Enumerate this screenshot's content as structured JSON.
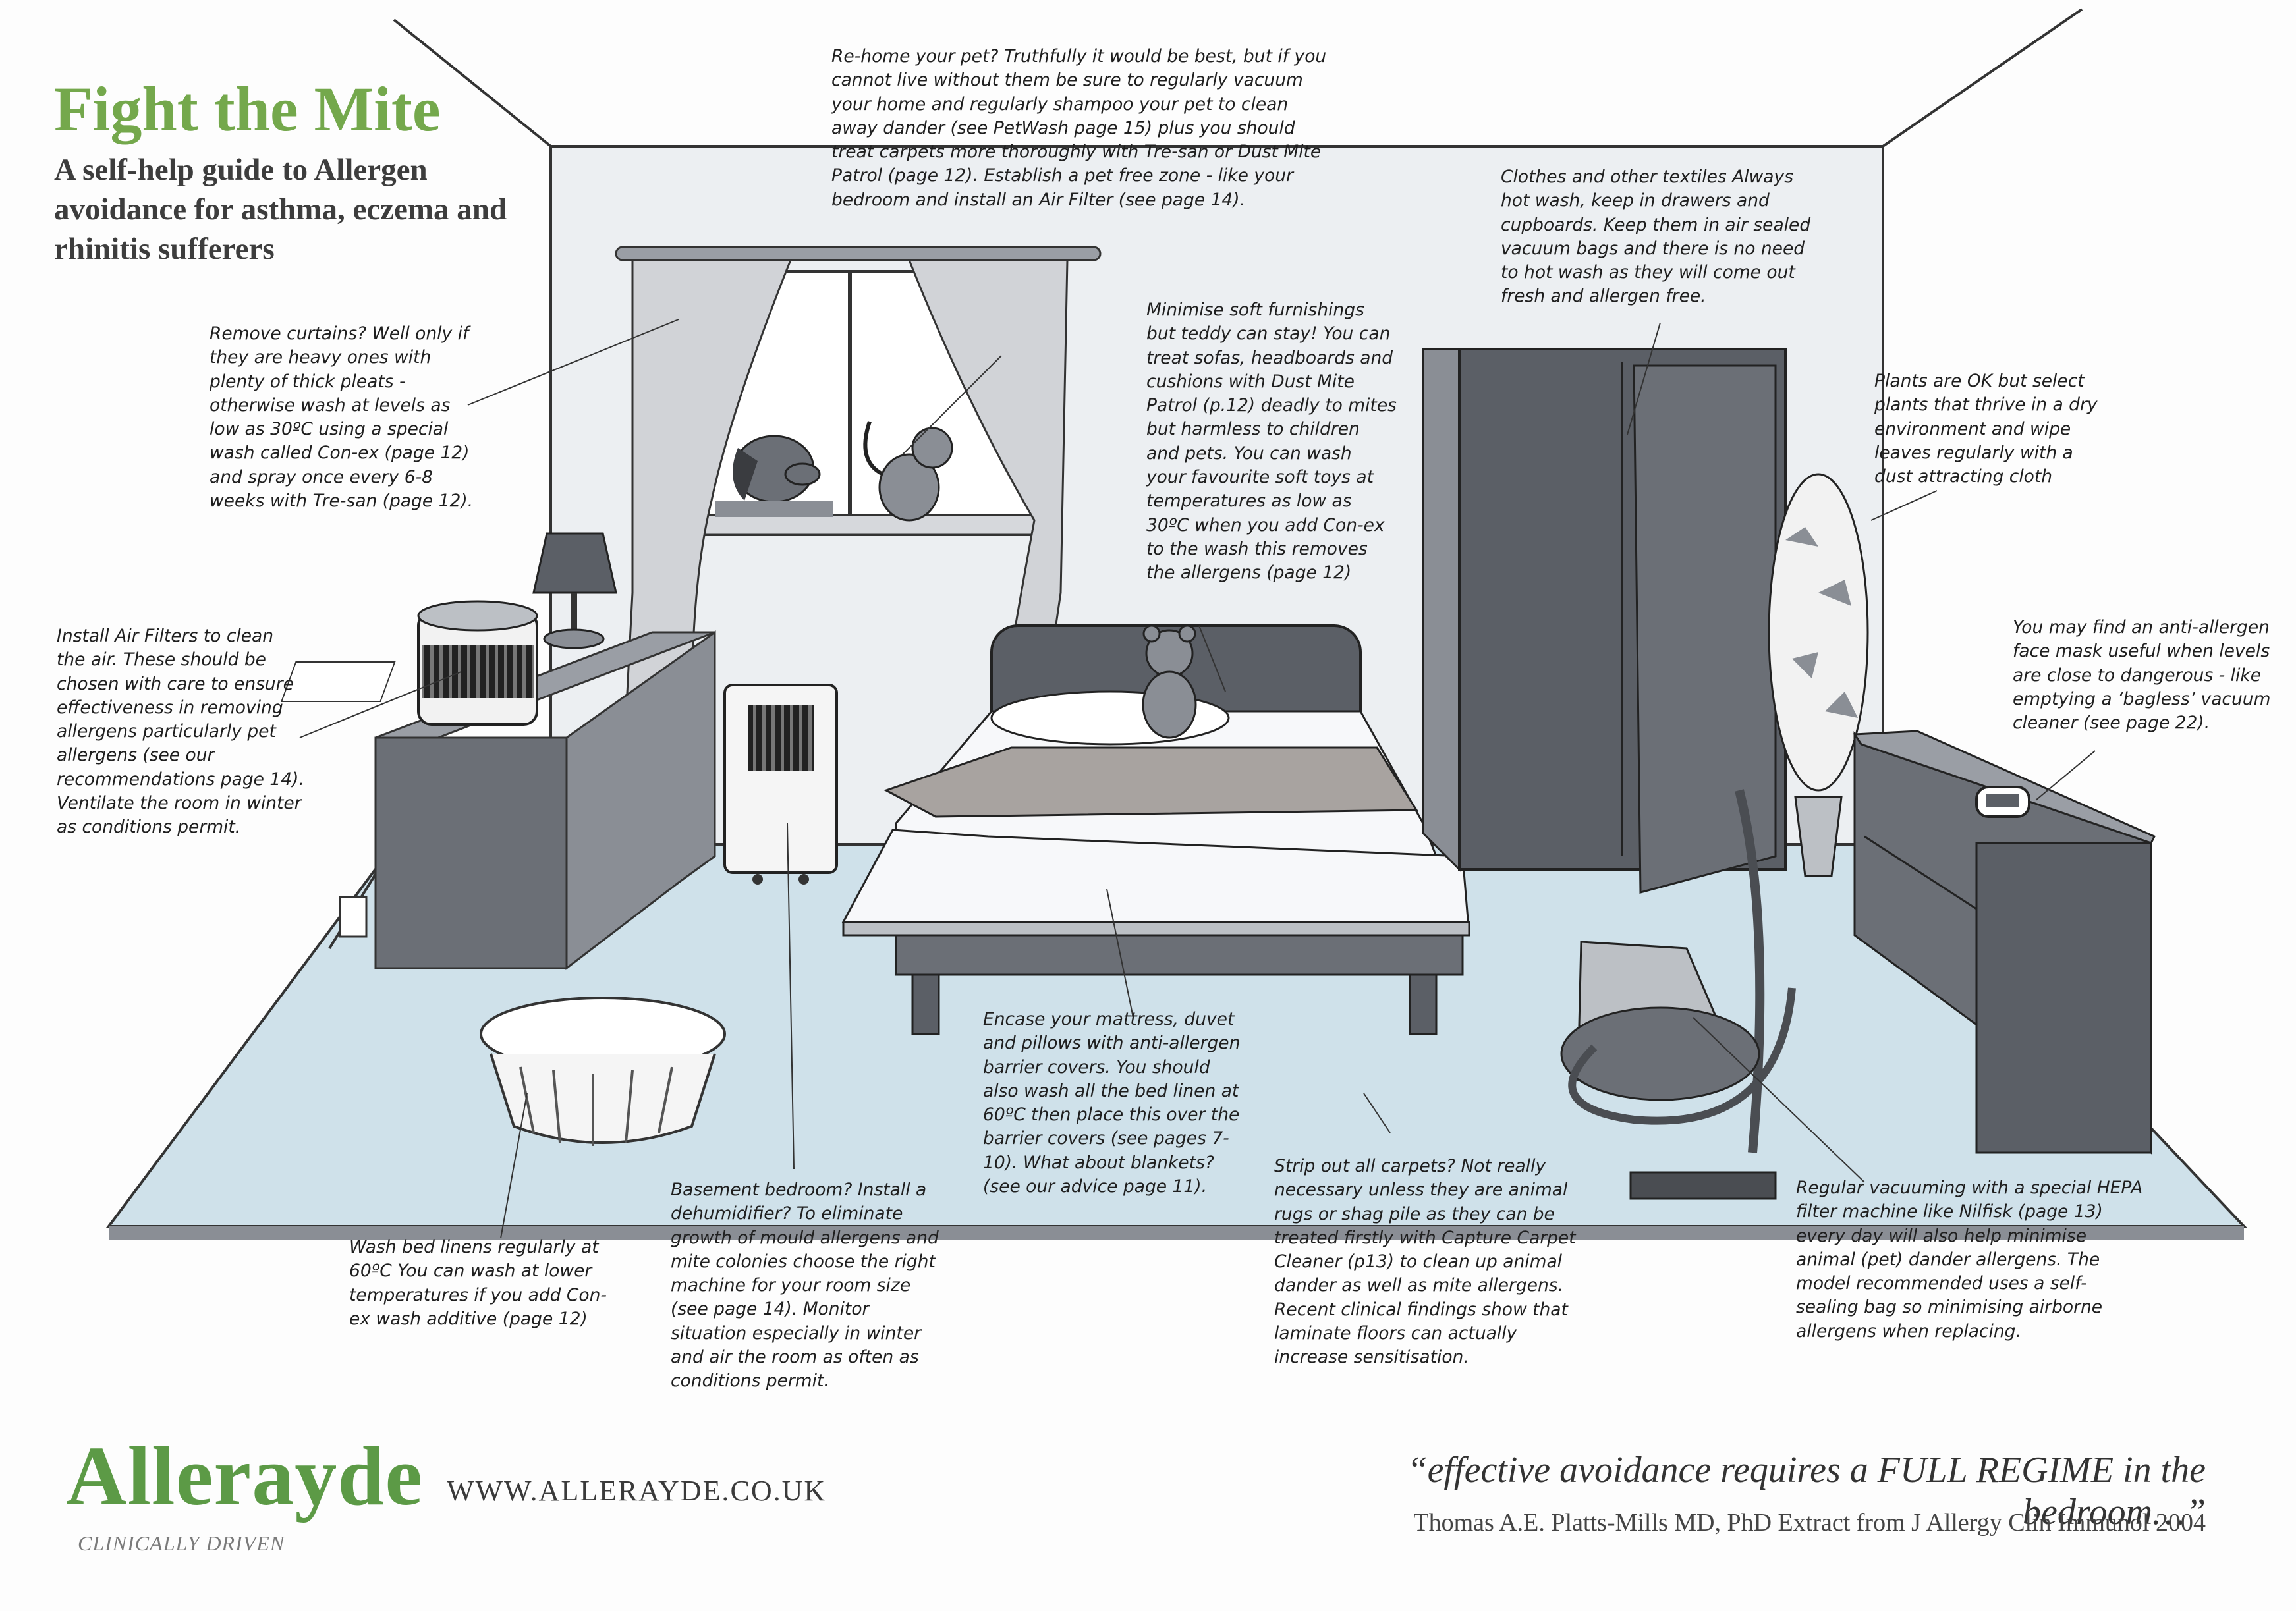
{
  "header": {
    "title": "Fight the Mite",
    "subtitle": "A self-help guide to Allergen avoidance for asthma, eczema and rhinitis sufferers"
  },
  "notes": {
    "pet": "Re-home your pet? Truthfully it would be best, but if you\ncannot live without them be sure to regularly vacuum\nyour home and regularly shampoo your pet to clean\naway dander (see PetWash page 15) plus you should\ntreat carpets more thoroughly with Tre-san or Dust Mite\nPatrol (page 12). Establish a pet free zone - like your\nbedroom and install an Air Filter (see page 14).",
    "curtains": "Remove curtains? Well only if\nthey are heavy ones with\nplenty of thick pleats -\notherwise wash at levels as\nlow as 30ºC using a special\nwash called Con-ex (page 12)\nand spray once every 6-8\nweeks with Tre-san (page 12).",
    "clothes": "Clothes and other textiles Always\nhot wash, keep in drawers and\ncupboards. Keep them in air sealed\nvacuum bags and there is no need\nto hot wash as they will come out\nfresh and allergen free.",
    "furnishings": "Minimise soft furnishings\nbut teddy can stay! You can\ntreat sofas, headboards and\ncushions with Dust Mite\nPatrol (p.12) deadly to mites\nbut harmless to children\nand pets. You can wash\nyour favourite soft toys at\ntemperatures as low as\n30ºC when you add Con-ex\nto the wash this removes\nthe allergens (page 12)",
    "plants": "Plants are OK but select\nplants that thrive in a dry\nenvironment and wipe\nleaves regularly with a\ndust attracting cloth",
    "mask": "You may find an anti-allergen\nface mask useful when levels\nare close to dangerous - like\nemptying a ‘bagless’ vacuum\ncleaner (see page 22).",
    "air_filters": "Install Air Filters to clean\nthe air. These should be\nchosen with care to ensure\neffectiveness in removing\nallergens particularly pet\nallergens (see our\nrecommendations page 14).\nVentilate the room in winter\nas conditions permit.",
    "mattress": "Encase your mattress, duvet\nand pillows with anti-allergen\nbarrier covers. You should\nalso wash all the bed linen at\n60ºC then place this over the\nbarrier covers (see pages 7-\n10). What about blankets?\n(see our advice page 11).",
    "linens": "Wash bed linens regularly at\n60ºC You can wash at lower\ntemperatures if you add Con-\nex wash additive (page 12)",
    "basement": "Basement bedroom? Install a\ndehumidifier? To eliminate\ngrowth of mould allergens and\nmite colonies choose the right\nmachine for your room size\n(see page 14). Monitor\nsituation especially in winter\nand air the room as often as\nconditions permit.",
    "carpets": "Strip out all carpets? Not really\nnecessary unless they are animal\nrugs or shag pile as they can be\ntreated firstly with Capture Carpet\nCleaner (p13) to clean up animal\ndander as well as mite allergens.\nRecent clinical findings show that\nlaminate floors can actually\nincrease sensitisation.",
    "vacuuming": "Regular vacuuming with a special HEPA\nfilter machine like Nilfisk (page 13)\nevery day will also help minimise\nanimal (pet) dander allergens. The\nmodel recommended uses a self-\nsealing bag so minimising airborne\nallergens when replacing."
  },
  "footer": {
    "brand": "Allerayde",
    "tagline": "CLINICALLY DRIVEN",
    "url": "WWW.ALLERAYDE.CO.UK",
    "quote": "“effective avoidance requires a FULL REGIME in the bedroom…”",
    "citation": "Thomas A.E. Platts-Mills MD, PhD Extract from J Allergy Clin Immunol 2004"
  },
  "colors": {
    "brand_green": "#74a84c",
    "floor": "#cfe1ea",
    "wall": "#eceff2",
    "furniture_dark": "#5b5f66",
    "furniture_mid": "#8a8e95"
  }
}
